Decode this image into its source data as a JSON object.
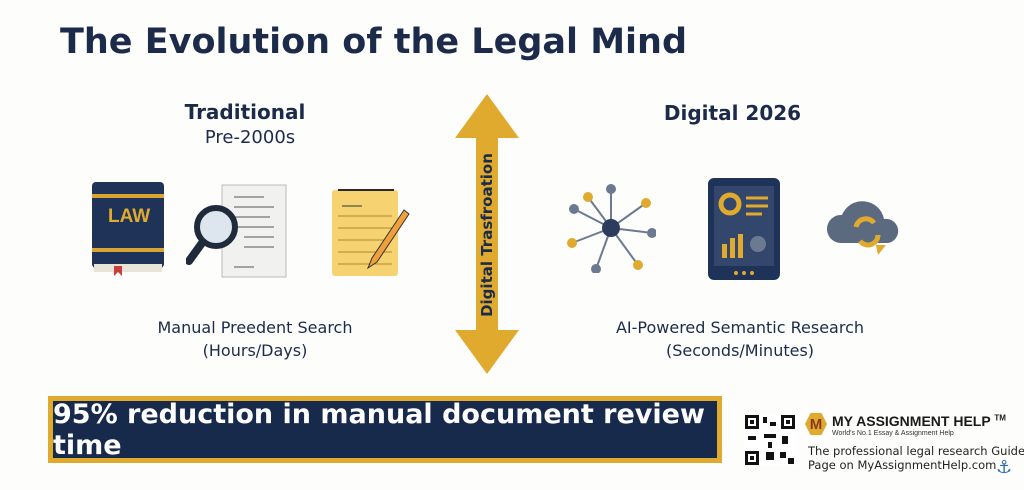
{
  "title": "The Evolution of the Legal Mind",
  "traditional": {
    "heading": "Traditional",
    "era": "Pre-2000s",
    "book_label": "LAW",
    "caption_line1": "Manual Preedent Search",
    "caption_line2": "(Hours/Days)"
  },
  "digital": {
    "heading": "Digital 2026",
    "caption_line1": "AI-Powered Semantic Research",
    "caption_line2": "(Seconds/Minutes)"
  },
  "arrow": {
    "label": "Digital Trasfroation"
  },
  "banner": {
    "text": "95% reduction in manual document review time"
  },
  "brand": {
    "logo_letter": "M",
    "name": "MY ASSIGNMENT HELP",
    "tm": "TM",
    "tagline": "World's No.1 Essay & Assignment Help",
    "line1": "The professional legal research Guide",
    "line2": "Page on MyAssignmentHelp.com"
  },
  "colors": {
    "navy": "#1c2b4a",
    "gold": "#e0aa2e",
    "banner": "#172a4c"
  }
}
